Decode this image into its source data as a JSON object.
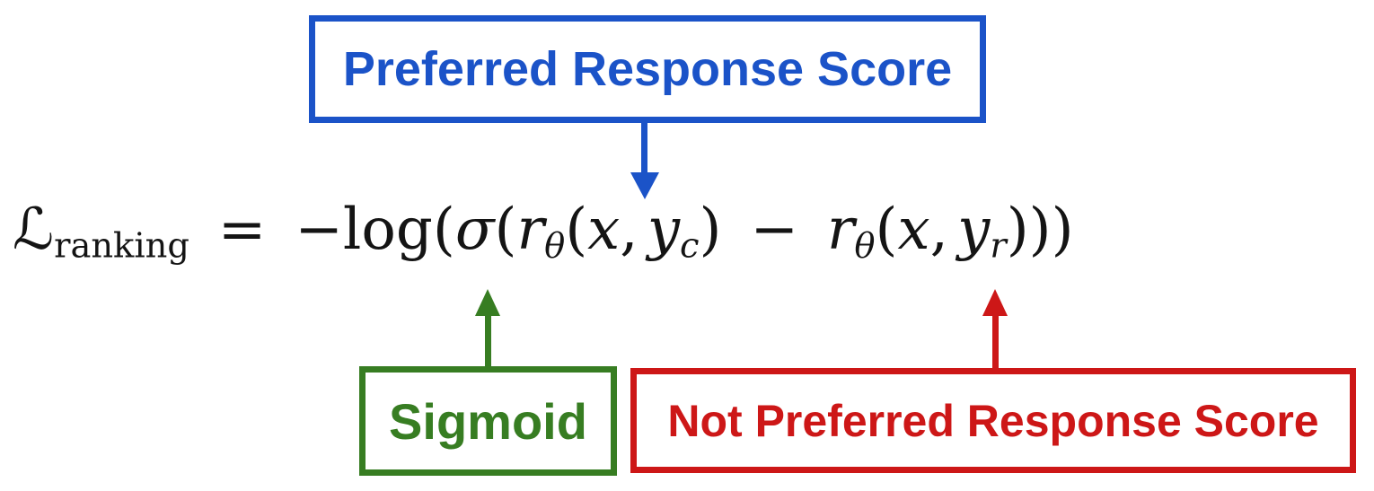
{
  "colors": {
    "blue": "#1B53C8",
    "green": "#377D22",
    "red": "#CD1717",
    "ink": "#141414",
    "background": "#FFFFFF"
  },
  "callouts": {
    "preferred": {
      "label": "Preferred Response Score",
      "arrow": "down"
    },
    "sigmoid": {
      "label": "Sigmoid",
      "arrow": "up"
    },
    "not_preferred": {
      "label": "Not Preferred Response Score",
      "arrow": "up"
    }
  },
  "formula": {
    "loss_symbol": "ℒ",
    "loss_subscript": "ranking",
    "equals": "=",
    "minus": "−",
    "log": "log",
    "open_paren": "(",
    "close_paren": ")",
    "sigma": "σ",
    "reward_symbol": "r",
    "theta_subscript": "θ",
    "x": "x",
    "comma": ",",
    "y": "y",
    "chosen_subscript": "c",
    "rejected_subscript": "r",
    "closing_parens": ")))"
  }
}
